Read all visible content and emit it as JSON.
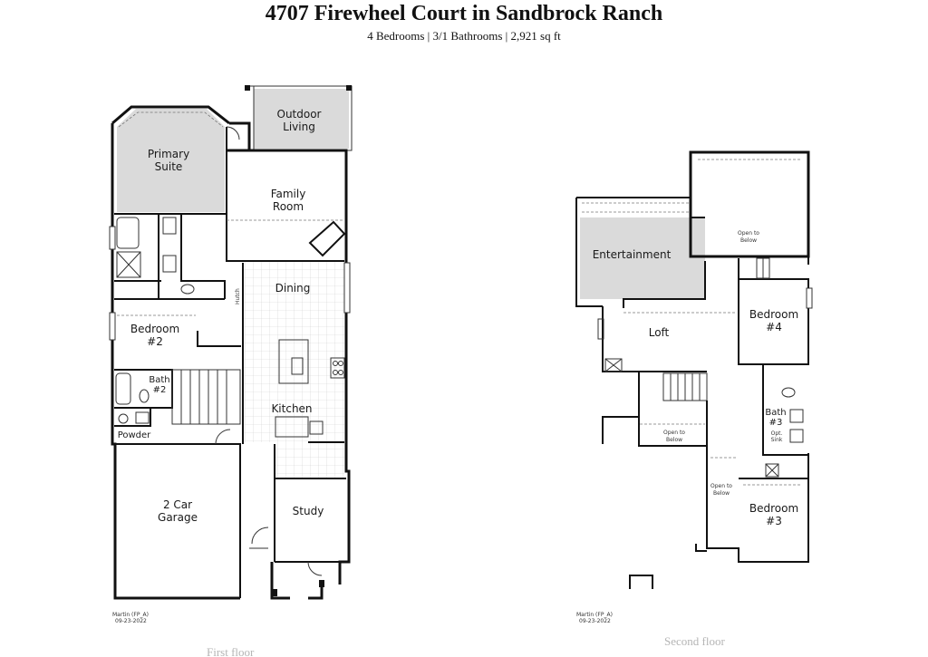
{
  "header": {
    "title": "4707 Firewheel Court in Sandbrock Ranch",
    "subtitle": "4 Bedrooms | 3/1 Bathrooms | 2,921 sq ft"
  },
  "first_floor": {
    "caption": "First floor",
    "stamp_line1": "Martin (FP_A)",
    "stamp_line2": "09-23-2022",
    "rooms": {
      "outdoor_living": [
        "Outdoor",
        "Living"
      ],
      "primary_suite": [
        "Primary",
        "Suite"
      ],
      "family_room": [
        "Family",
        "Room"
      ],
      "dining": "Dining",
      "hutch": "Hutch",
      "bedroom2": [
        "Bedroom",
        "#2"
      ],
      "bath2": [
        "Bath",
        "#2"
      ],
      "kitchen": "Kitchen",
      "powder": "Powder",
      "garage": [
        "2 Car",
        "Garage"
      ],
      "study": "Study"
    }
  },
  "second_floor": {
    "caption": "Second floor",
    "stamp_line1": "Martin (FP_A)",
    "stamp_line2": "09-23-2022",
    "rooms": {
      "entertainment": "Entertainment",
      "open_below_top": [
        "Open to",
        "Below"
      ],
      "bedroom4": [
        "Bedroom",
        "#4"
      ],
      "loft": "Loft",
      "open_below_stair": [
        "Open to",
        "Below"
      ],
      "bath3": [
        "Bath",
        "#3"
      ],
      "opt_sink": [
        "Opt.",
        "Sink"
      ],
      "open_below_mid": [
        "Open to",
        "Below"
      ],
      "bedroom3": [
        "Bedroom",
        "#3"
      ]
    }
  }
}
